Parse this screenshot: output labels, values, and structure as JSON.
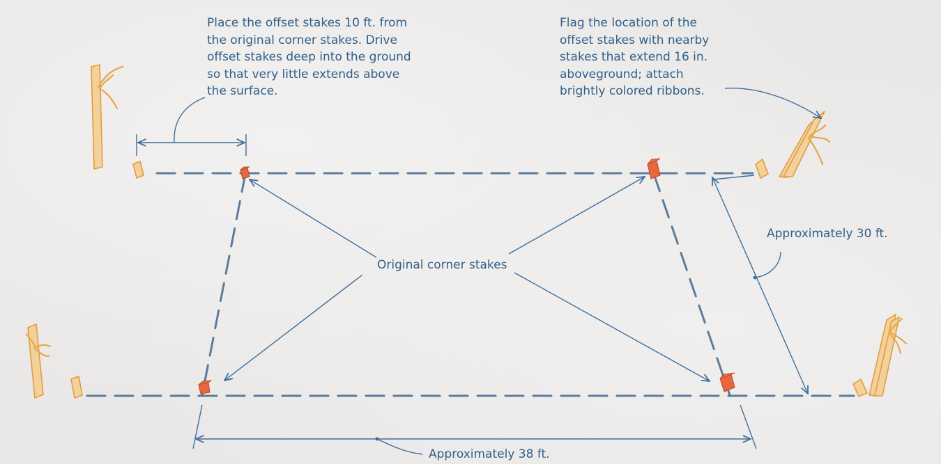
{
  "notes": {
    "offset_stakes": "Place the offset stakes 10 ft. from\nthe original corner stakes. Drive\noffset stakes deep into the ground\nso that very little extends above\nthe surface.",
    "flag_stakes": "Flag the location of the\noffset stakes with nearby\nstakes that extend 16 in.\naboveground; attach\nbrightly colored ribbons."
  },
  "labels": {
    "corner_stakes": "Original corner stakes",
    "width_dimension": "Approximately 30 ft.",
    "length_dimension": "Approximately 38 ft."
  },
  "colors": {
    "text": "#2f5f8a",
    "string_line": "#4b6f95",
    "original_stake": "#e9673e",
    "flag_stake": "#e8a54a",
    "background": "#e9e8e7"
  }
}
